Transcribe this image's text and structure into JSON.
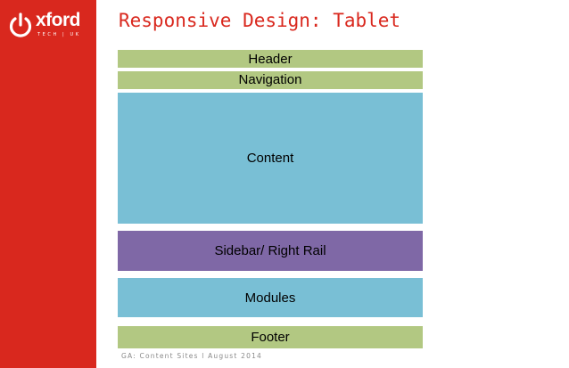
{
  "logo": {
    "word": "xford",
    "sub": "TECH  |  UK",
    "icon": "power-icon"
  },
  "slide": {
    "title": "Responsive Design: Tablet",
    "footnote": "GA: Content Sites  l  August 2014"
  },
  "layout_blocks": {
    "header": "Header",
    "navigation": "Navigation",
    "content": "Content",
    "sidebar": "Sidebar/ Right Rail",
    "modules": "Modules",
    "footer": "Footer"
  },
  "colors": {
    "brand_red": "#d9281e",
    "green": "#b2c882",
    "blue": "#79bfd5",
    "purple": "#7f68a6"
  }
}
